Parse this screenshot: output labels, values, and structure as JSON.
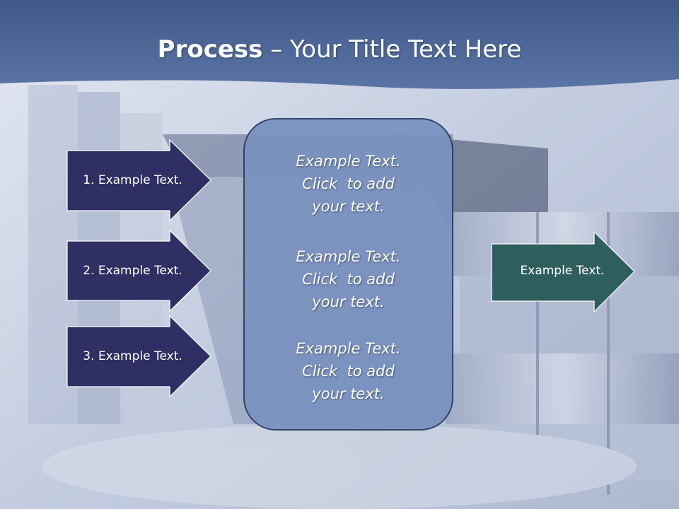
{
  "slide": {
    "title_bold": "Process",
    "title_separator": " – ",
    "title_rest": "Your Title Text Here"
  },
  "inputs": [
    {
      "label": "1. Example Text."
    },
    {
      "label": "2. Example Text."
    },
    {
      "label": "3. Example Text."
    }
  ],
  "process_box": {
    "blocks": [
      {
        "line1": "Example Text.",
        "line2": "Click  to add",
        "line3": "your text."
      },
      {
        "line1": "Example Text.",
        "line2": "Click  to add",
        "line3": "your text."
      },
      {
        "line1": "Example Text.",
        "line2": "Click  to add",
        "line3": "your text."
      }
    ]
  },
  "output": {
    "label": "Example Text."
  },
  "colors": {
    "header_band": "#4a6597",
    "input_arrow_fill": "#2f2f63",
    "process_box_fill": "#7a92c0",
    "output_arrow_fill": "#2f5e5e",
    "background": "#c9d1e2"
  }
}
